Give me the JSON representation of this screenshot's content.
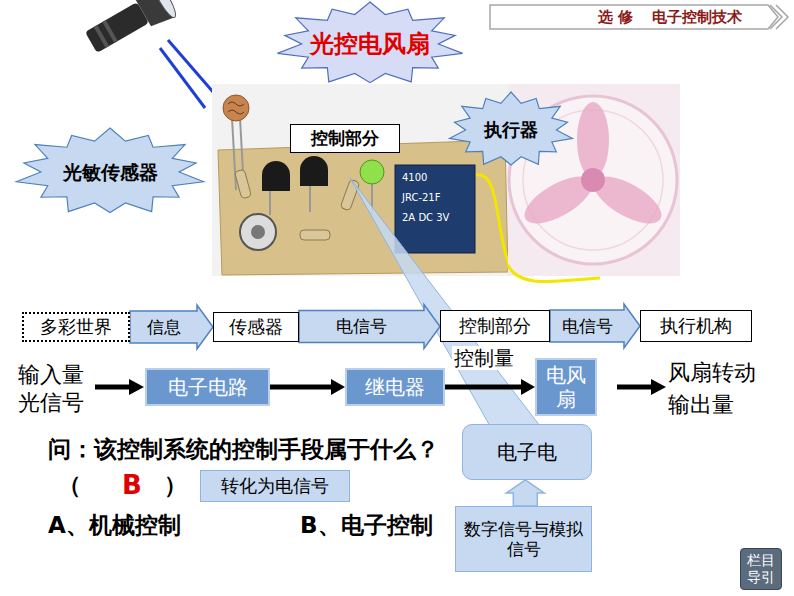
{
  "diagram": {
    "nodes": [
      {
        "text": [
          "光控电风扇"
        ]
      },
      {
        "text": [
          "光敏传感器"
        ]
      },
      {
        "text": [
          "控制部分"
        ]
      },
      {
        "text": [
          "执行器"
        ]
      },
      {
        "text": [
          "多彩世界"
        ]
      },
      {
        "text": [
          "传感器"
        ]
      },
      {
        "text": [
          "控制部分"
        ]
      },
      {
        "text": [
          "执行机构"
        ]
      },
      {
        "text": [
          "电子电路"
        ]
      },
      {
        "text": [
          "继电器"
        ]
      },
      {
        "text": [
          "电风扇"
        ]
      },
      {
        "text": [
          "转化为电信号"
        ]
      },
      {
        "text": [
          "电子电"
        ]
      },
      {
        "text": [
          "数字信号与模拟信号"
        ]
      },
      {
        "text": [
          "栏目导引"
        ]
      }
    ],
    "edges": [
      {
        "from": 4,
        "to": 5,
        "label": "信息",
        "arrow": "to"
      },
      {
        "from": 5,
        "to": 6,
        "label": "电信号",
        "arrow": "to"
      },
      {
        "from": 6,
        "to": 7,
        "label": "电信号",
        "arrow": "to"
      },
      {
        "from": 8,
        "to": 9,
        "arrow": "to"
      },
      {
        "from": 9,
        "to": 10,
        "arrow": "to"
      },
      {
        "from": 13,
        "to": 12,
        "arrow": "to"
      }
    ],
    "labels": [
      "选 修",
      "电子控制技术",
      "4100",
      "JRC-21F",
      "2A DC 3V",
      "输入量",
      "光信号",
      "控制量",
      "风扇转动",
      "输出量",
      "问：该控制系统的控制手段属于什么？",
      "（",
      "B",
      "）",
      "A、机械控制",
      "B、电子控制"
    ]
  }
}
